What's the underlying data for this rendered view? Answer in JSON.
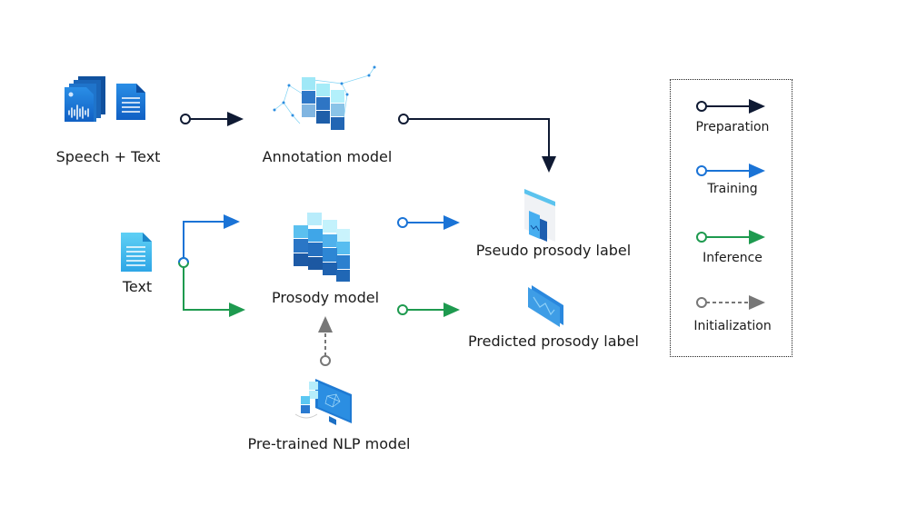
{
  "nodes": {
    "speech_text": {
      "label": "Speech + Text"
    },
    "annotation_model": {
      "label": "Annotation model"
    },
    "text": {
      "label": "Text"
    },
    "prosody_model": {
      "label": "Prosody model"
    },
    "pseudo_label": {
      "label": "Pseudo prosody label"
    },
    "predicted_label": {
      "label": "Predicted prosody label"
    },
    "pretrained_nlp": {
      "label": "Pre-trained NLP model"
    }
  },
  "edges": [
    {
      "from": "Speech + Text",
      "to": "Annotation model",
      "type": "Preparation"
    },
    {
      "from": "Annotation model",
      "to": "Pseudo prosody label",
      "type": "Preparation"
    },
    {
      "from": "Text",
      "to": "Prosody model",
      "type": "Training"
    },
    {
      "from": "Text",
      "to": "Prosody model",
      "type": "Inference"
    },
    {
      "from": "Prosody model",
      "to": "Pseudo prosody label",
      "type": "Training"
    },
    {
      "from": "Prosody model",
      "to": "Predicted prosody label",
      "type": "Inference"
    },
    {
      "from": "Pre-trained NLP model",
      "to": "Prosody model",
      "type": "Initialization"
    }
  ],
  "legend": {
    "items": [
      {
        "label": "Preparation",
        "color": "#0f1a33",
        "style": "solid"
      },
      {
        "label": "Training",
        "color": "#1a73d6",
        "style": "solid"
      },
      {
        "label": "Inference",
        "color": "#1e9a4f",
        "style": "solid"
      },
      {
        "label": "Initialization",
        "color": "#777777",
        "style": "dashed"
      }
    ]
  },
  "icons": {
    "speech_text": "audio-and-text-documents-icon",
    "annotation_model": "data-cubes-network-icon",
    "text": "text-document-icon",
    "prosody_model": "cube-stack-icon",
    "pseudo_label": "window-chart-icon",
    "predicted_label": "chart-panel-icon",
    "pretrained_nlp": "monitor-network-icon"
  }
}
